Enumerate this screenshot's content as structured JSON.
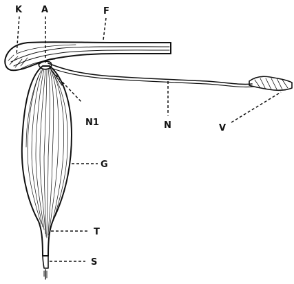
{
  "figure": {
    "labels": {
      "k": "K",
      "a": "A",
      "f": "F",
      "n1": "N1",
      "n": "N",
      "v": "V",
      "g": "G",
      "t": "T",
      "s": "S"
    }
  }
}
